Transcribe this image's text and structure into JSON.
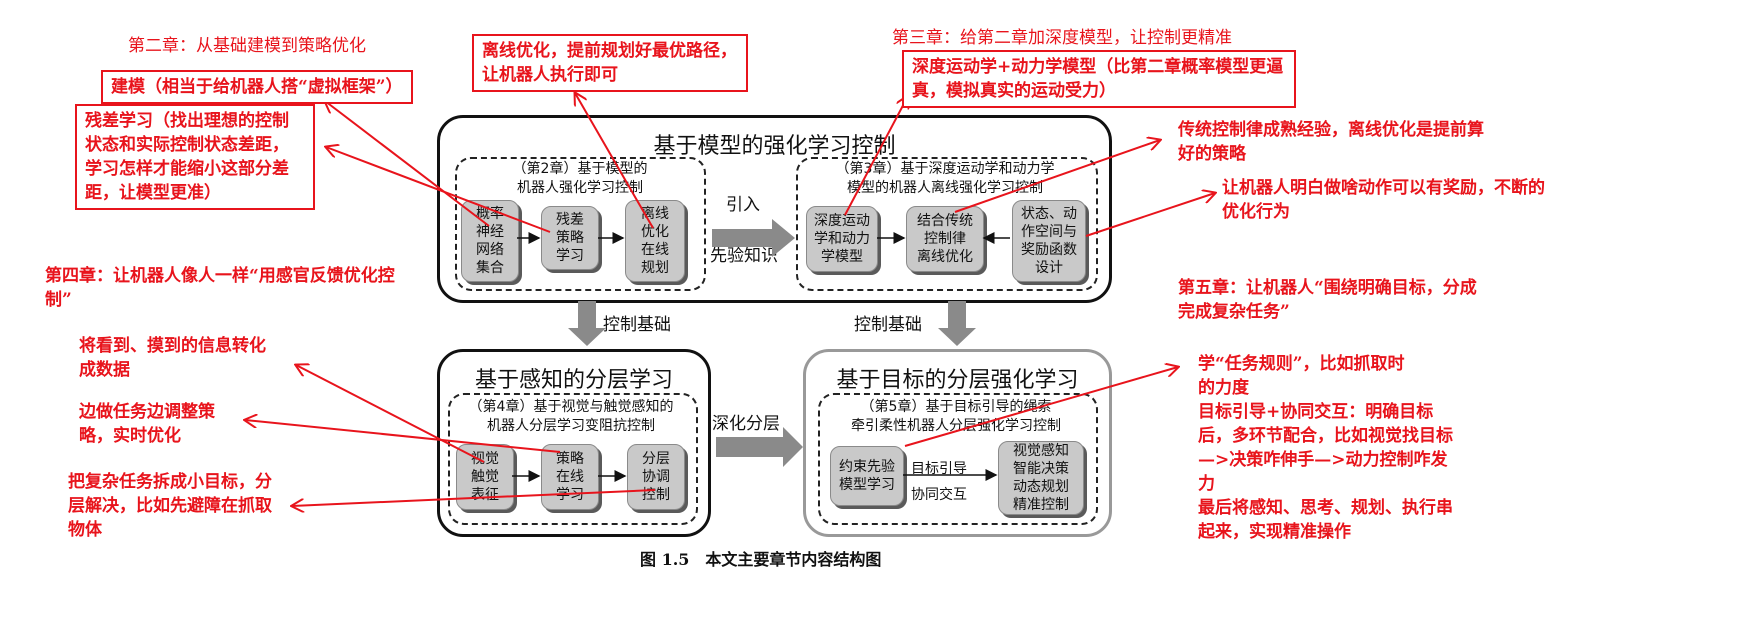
{
  "annotations": {
    "ch2_heading": "第二章：从基础建模到策略优化",
    "ch2_model": "建模（相当于给机器人搭“虚拟框架”）",
    "ch2_residual": "残差学习（找出理想的控制状态和实际控制状态差距，学习怎样才能缩小这部分差距，让模型更准）",
    "ch2_offline": "离线优化，提前规划好最优路径，让机器人执行即可",
    "ch3_heading": "第三章：给第二章加深度模型，让控制更精准",
    "ch3_model": "深度运动学+动力学模型（比第二章概率模型更逼真，模拟真实的运动受力）",
    "ch3_traditional": "传统控制律成熟经验，离线优化是提前算好的策略",
    "ch3_reward": "让机器人明白做啥动作可以有奖励，不断的优化行为",
    "ch4_heading": "第四章：让机器人像人一样“用感官反馈优化控制”",
    "ch4_data": "将看到、摸到的信息转化成数据",
    "ch4_adjust": "边做任务边调整策略，实时优化",
    "ch4_split": "把复杂任务拆成小目标，分层解决，比如先避障在抓取物体",
    "ch5_heading": "第五章：让机器人“围绕明确目标，分成完成复杂任务”",
    "ch5_rules": "学“任务规则”，比如抓取时的力度",
    "ch5_goal": "目标引导+协同交互：明确目标后，多环节配合，比如视觉找目标—>决策咋伸手—>动力控制咋发力",
    "ch5_finally": "最后将感知、思考、规划、执行串起来，实现精准操作"
  },
  "diagram": {
    "top_panel_title": "基于模型的强化学习控制",
    "ch2_box_title": "（第2章）基于模型的\n机器人强化学习控制",
    "ch2_nodes": [
      "概率\n神经\n网络\n集合",
      "残差\n策略\n学习",
      "离线\n优化\n在线\n规划"
    ],
    "intro_label": "引入",
    "prior_label": "先验知识",
    "ch3_box_title": "（第3章）基于深度运动学和动力学\n模型的机器人离线强化学习控制",
    "ch3_nodes": [
      "深度运动\n学和动力\n学模型",
      "结合传统\n控制律\n离线优化",
      "状态、动\n作空间与\n奖励函数\n设计"
    ],
    "control_basis_left": "控制基础",
    "control_basis_right": "控制基础",
    "bl_panel_title": "基于感知的分层学习",
    "ch4_box_title": "（第4章）基于视觉与触觉感知的\n机器人分层学习变阻抗控制",
    "ch4_nodes": [
      "视觉\n触觉\n表征",
      "策略\n在线\n学习",
      "分层\n协调\n控制"
    ],
    "deepen_label": "深化分层",
    "br_panel_title": "基于目标的分层强化学习",
    "ch5_box_title": "（第5章）基于目标引导的绳索\n牵引柔性机器人分层强化学习控制",
    "ch5_nodes": [
      "约束先验\n模型学习",
      "视觉感知\n智能决策\n动态规划\n精准控制"
    ],
    "goal_guide": "目标引导",
    "coop": "协同交互"
  },
  "caption": "图 1.5　本文主要章节内容结构图",
  "colors": {
    "annotation": "#e8141c",
    "node_fill": "#c9c9c9",
    "arrow": "#888888"
  }
}
